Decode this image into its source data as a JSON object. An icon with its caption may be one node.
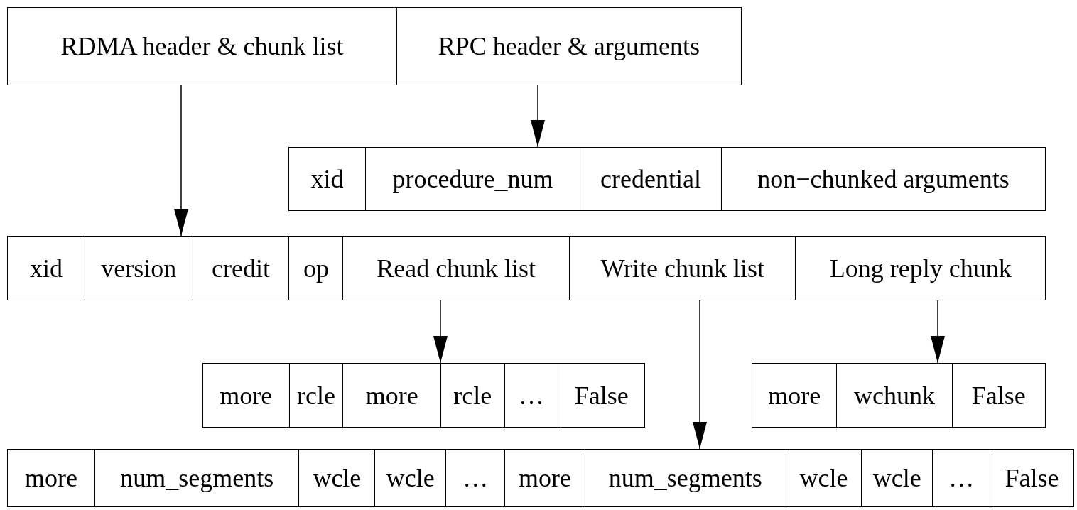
{
  "diagram": {
    "nodes": [
      {
        "text": [],
        "shape": "box"
      },
      {
        "text": [
          "RDMA header & chunk list"
        ],
        "in": 0
      },
      {
        "text": [
          "RPC header & arguments"
        ],
        "in": 0
      },
      {
        "text": [],
        "shape": "box"
      },
      {
        "text": [
          "xid"
        ],
        "in": 3
      },
      {
        "text": [
          "procedure_num"
        ],
        "in": 3
      },
      {
        "text": [
          "credential"
        ],
        "in": 3
      },
      {
        "text": [
          "non−chunked arguments"
        ],
        "in": 3
      },
      {
        "text": [],
        "shape": "box"
      },
      {
        "text": [
          "xid"
        ],
        "in": 8
      },
      {
        "text": [
          "version"
        ],
        "in": 8
      },
      {
        "text": [
          "credit"
        ],
        "in": 8
      },
      {
        "text": [
          "op"
        ],
        "in": 8
      },
      {
        "text": [
          "Read chunk list"
        ],
        "in": 8
      },
      {
        "text": [
          "Write chunk list"
        ],
        "in": 8
      },
      {
        "text": [
          "Long reply chunk"
        ],
        "in": 8
      },
      {
        "text": [],
        "shape": "box"
      },
      {
        "text": [
          "more"
        ],
        "in": 16
      },
      {
        "text": [
          "rcle"
        ],
        "in": 16
      },
      {
        "text": [
          "more"
        ],
        "in": 16
      },
      {
        "text": [
          "rcle"
        ],
        "in": 16
      },
      {
        "text": [
          "…"
        ],
        "in": 16
      },
      {
        "text": [
          "False"
        ],
        "in": 16
      },
      {
        "text": [],
        "shape": "box"
      },
      {
        "text": [
          "more"
        ],
        "in": 23
      },
      {
        "text": [
          "wchunk"
        ],
        "in": 23
      },
      {
        "text": [
          "False"
        ],
        "in": 23
      },
      {
        "text": [],
        "shape": "box"
      },
      {
        "text": [
          "more"
        ],
        "in": 27
      },
      {
        "text": [
          "num_segments"
        ],
        "in": 27
      },
      {
        "text": [
          "wcle"
        ],
        "in": 27
      },
      {
        "text": [
          "wcle"
        ],
        "in": 27
      },
      {
        "text": [
          "…"
        ],
        "in": 27
      },
      {
        "text": [
          "more"
        ],
        "in": 27
      },
      {
        "text": [
          "num_segments"
        ],
        "in": 27
      },
      {
        "text": [
          "wcle"
        ],
        "in": 27
      },
      {
        "text": [
          "wcle"
        ],
        "in": 27
      },
      {
        "text": [
          "…"
        ],
        "in": 27
      },
      {
        "text": [
          "False"
        ],
        "in": 27
      }
    ],
    "edges": [
      {
        "from": 1,
        "to": 8,
        "arrow": "to"
      },
      {
        "from": 2,
        "to": 3,
        "arrow": "to"
      },
      {
        "from": 13,
        "to": 16,
        "arrow": "to"
      },
      {
        "from": 14,
        "to": 27,
        "arrow": "to"
      },
      {
        "from": 15,
        "to": 23,
        "arrow": "to"
      }
    ]
  }
}
